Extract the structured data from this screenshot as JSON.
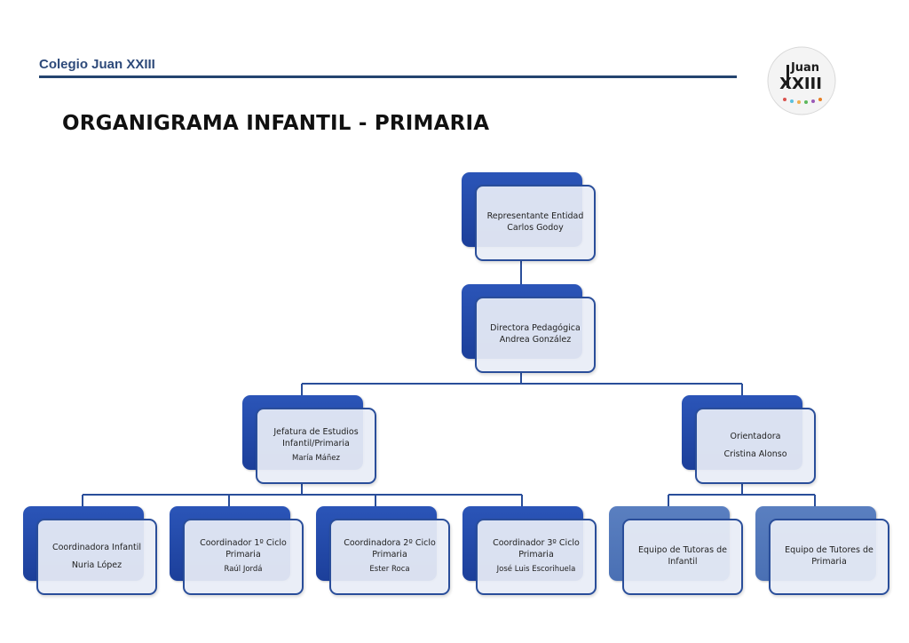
{
  "header": {
    "school_name": "Colegio Juan XXIII",
    "title": "ORGANIGRAMA INFANTIL - PRIMARIA",
    "logo_text": "Juan XXIII"
  },
  "colors": {
    "box_dark": "#2247a8",
    "box_light": "#5478bd",
    "line": "#2a4e9a",
    "rule": "#24446f"
  },
  "nodes": {
    "representante": {
      "role": "Representante Entidad",
      "name": "Carlos Godoy"
    },
    "directora": {
      "role": "Directora Pedagógica",
      "name": "Andrea González"
    },
    "jefatura": {
      "role_line1": "Jefatura de Estudios",
      "role_line2": "Infantil/Primaria",
      "name": "María Máñez"
    },
    "orientadora": {
      "role": "Orientadora",
      "name": "Cristina Alonso"
    },
    "coord_infantil": {
      "role": "Coordinadora Infantil",
      "name": "Nuria López"
    },
    "coord_1": {
      "role_line1": "Coordinador 1º Ciclo",
      "role_line2": "Primaria",
      "name": "Raúl Jordá"
    },
    "coord_2": {
      "role_line1": "Coordinadora 2º Ciclo",
      "role_line2": "Primaria",
      "name": "Ester Roca"
    },
    "coord_3": {
      "role_line1": "Coordinador 3º Ciclo",
      "role_line2": "Primaria",
      "name": "José Luis Escorihuela"
    },
    "tutoras_infantil": {
      "line1": "Equipo de Tutoras de",
      "line2": "Infantil"
    },
    "tutores_primaria": {
      "line1": "Equipo de Tutores de",
      "line2": "Primaria"
    }
  }
}
